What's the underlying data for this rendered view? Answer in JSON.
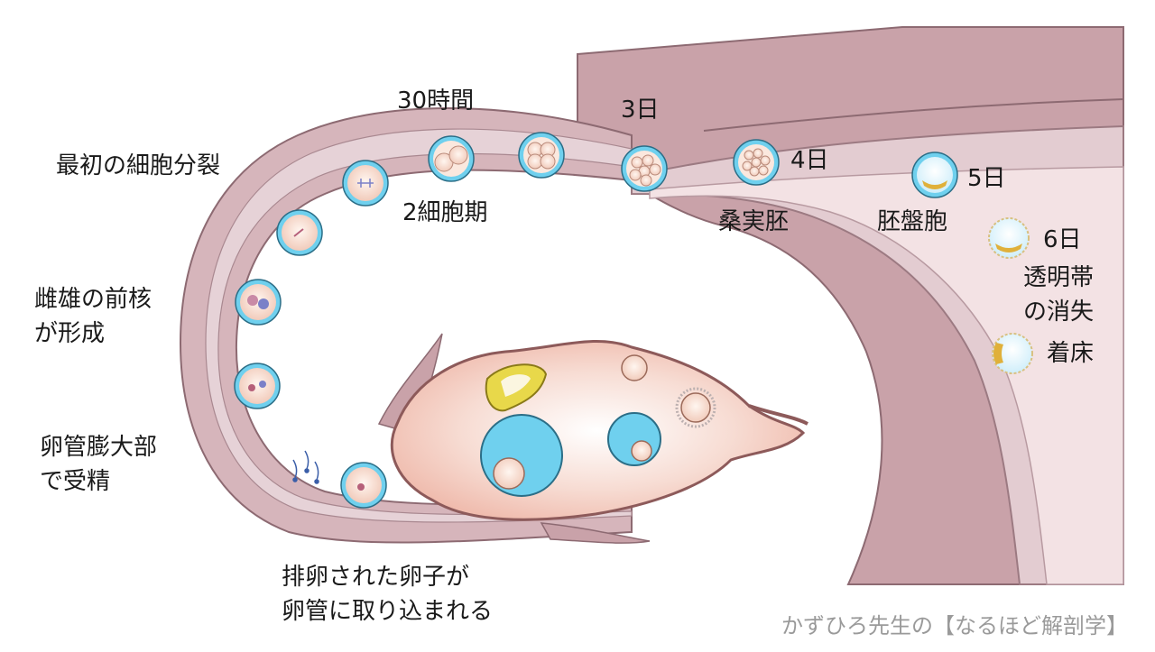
{
  "labels": {
    "hours_30": "30時間",
    "day_3": "3日",
    "first_division": "最初の細胞分裂",
    "two_cell": "2細胞期",
    "day_4": "4日",
    "morula": "桑実胚",
    "day_5": "5日",
    "blastocyst": "胚盤胞",
    "day_6": "6日",
    "zona_line1": "透明帯",
    "zona_line2": "の消失",
    "implantation": "着床",
    "pronuclei_line1": "雌雄の前核",
    "pronuclei_line2": "が形成",
    "fertilization_line1": "卵管膨大部",
    "fertilization_line2": "で受精",
    "ovulation_line1": "排卵された卵子が",
    "ovulation_line2": "卵管に取り込まれる"
  },
  "credit": "かずひろ先生の【なるほど解剖学】",
  "colors": {
    "uterus_wall": "#d4b0b6",
    "uterus_dark": "#b8929a",
    "tube_lumen": "#e2cdd3",
    "ovary": "#f2c4b8",
    "follicle_blue": "#6fd0ee",
    "corpus_yellow": "#e8d84a"
  }
}
